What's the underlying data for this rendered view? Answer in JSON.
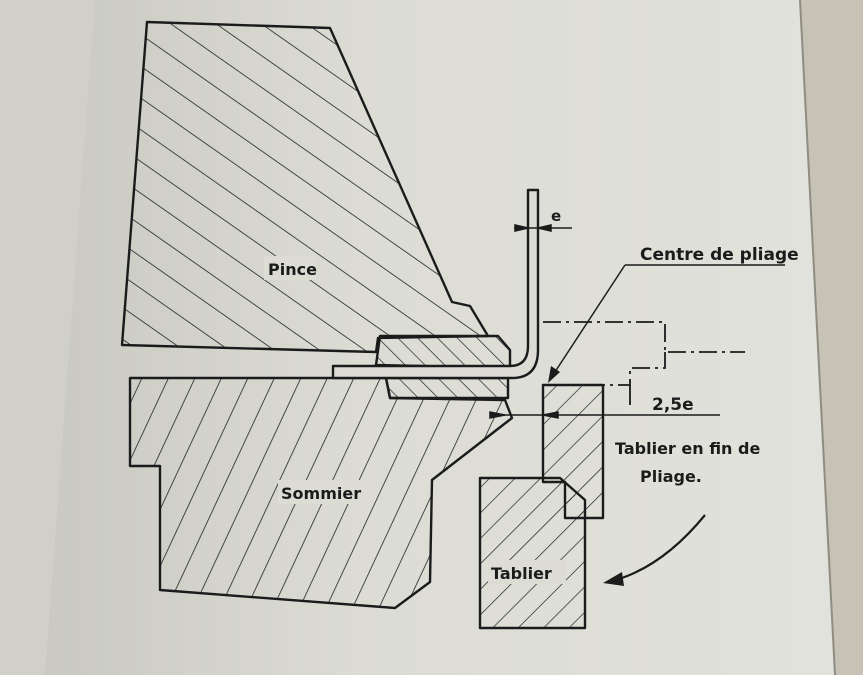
{
  "labels": {
    "clamp": "Pince",
    "bed": "Sommier",
    "apron": "Tablier",
    "bending_centre": "Centre de pliage",
    "thickness": "e",
    "offset": "2,5e",
    "apron_end_line1": "Tablier en fin de",
    "apron_end_line2": "Pliage."
  },
  "colors": {
    "paper": "#dcdcd5",
    "ink": "#1b1b1b"
  }
}
